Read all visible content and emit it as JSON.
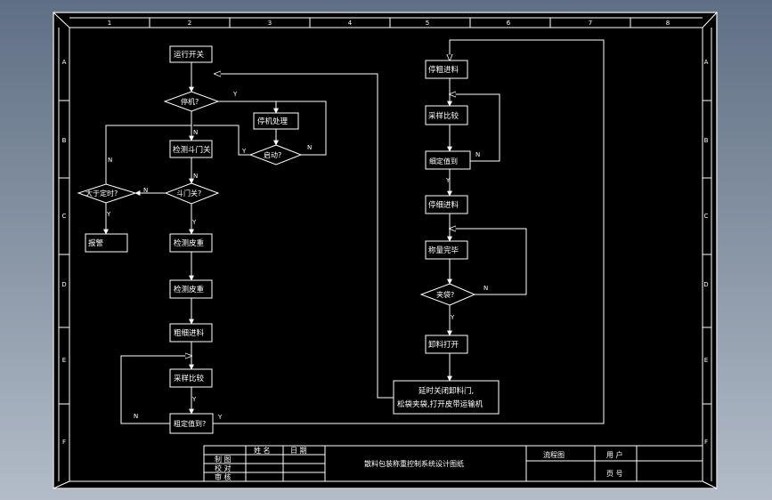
{
  "colors": {
    "background_top": "#5f6f84",
    "background_bottom": "#b3bcc8",
    "sheet": "#000000",
    "line": "#ffffff"
  },
  "frame": {
    "columns": [
      "1",
      "2",
      "3",
      "4",
      "5",
      "6",
      "7",
      "8"
    ],
    "rows": [
      "A",
      "B",
      "C",
      "D",
      "E",
      "F"
    ]
  },
  "flow": {
    "start": "运行开关",
    "q_stop": "停机?",
    "stop_handle": "停机处理",
    "q_restart": "启动?",
    "detect_door": "检测斗门关",
    "q_door": "斗门关?",
    "q_over": "大于定时?",
    "alarm": "报警",
    "detect_ds1": "检测皮重",
    "detect_ds2": "检测皮重",
    "coarse_feed_l": "粗细进料",
    "sample_cmp_l": "采样比较",
    "q_coarse_l": "粗定值到?",
    "coarse_feed_r": "停粗进料",
    "sample_cmp_r": "采样比较",
    "q_coarse_r": "细定值到",
    "fine_feed": "停细进料",
    "weigh_done": "称量完毕",
    "q_bag": "夹袋?",
    "open_gate": "卸料打开",
    "final_line1": "延时关闭卸料门,",
    "final_line2": "松袋夹袋,打开皮带运输机",
    "yes": "Y",
    "no": "N"
  },
  "title_block": {
    "col_name": "姓 名",
    "col_date": "日 期",
    "row_draw": "制 图",
    "row_check": "校 对",
    "row_review": "审 核",
    "drawing_title": "散料包装称重控制系统设计图纸",
    "doc_type": "流程图",
    "user_label": "用 户",
    "page_label": "页 号"
  }
}
